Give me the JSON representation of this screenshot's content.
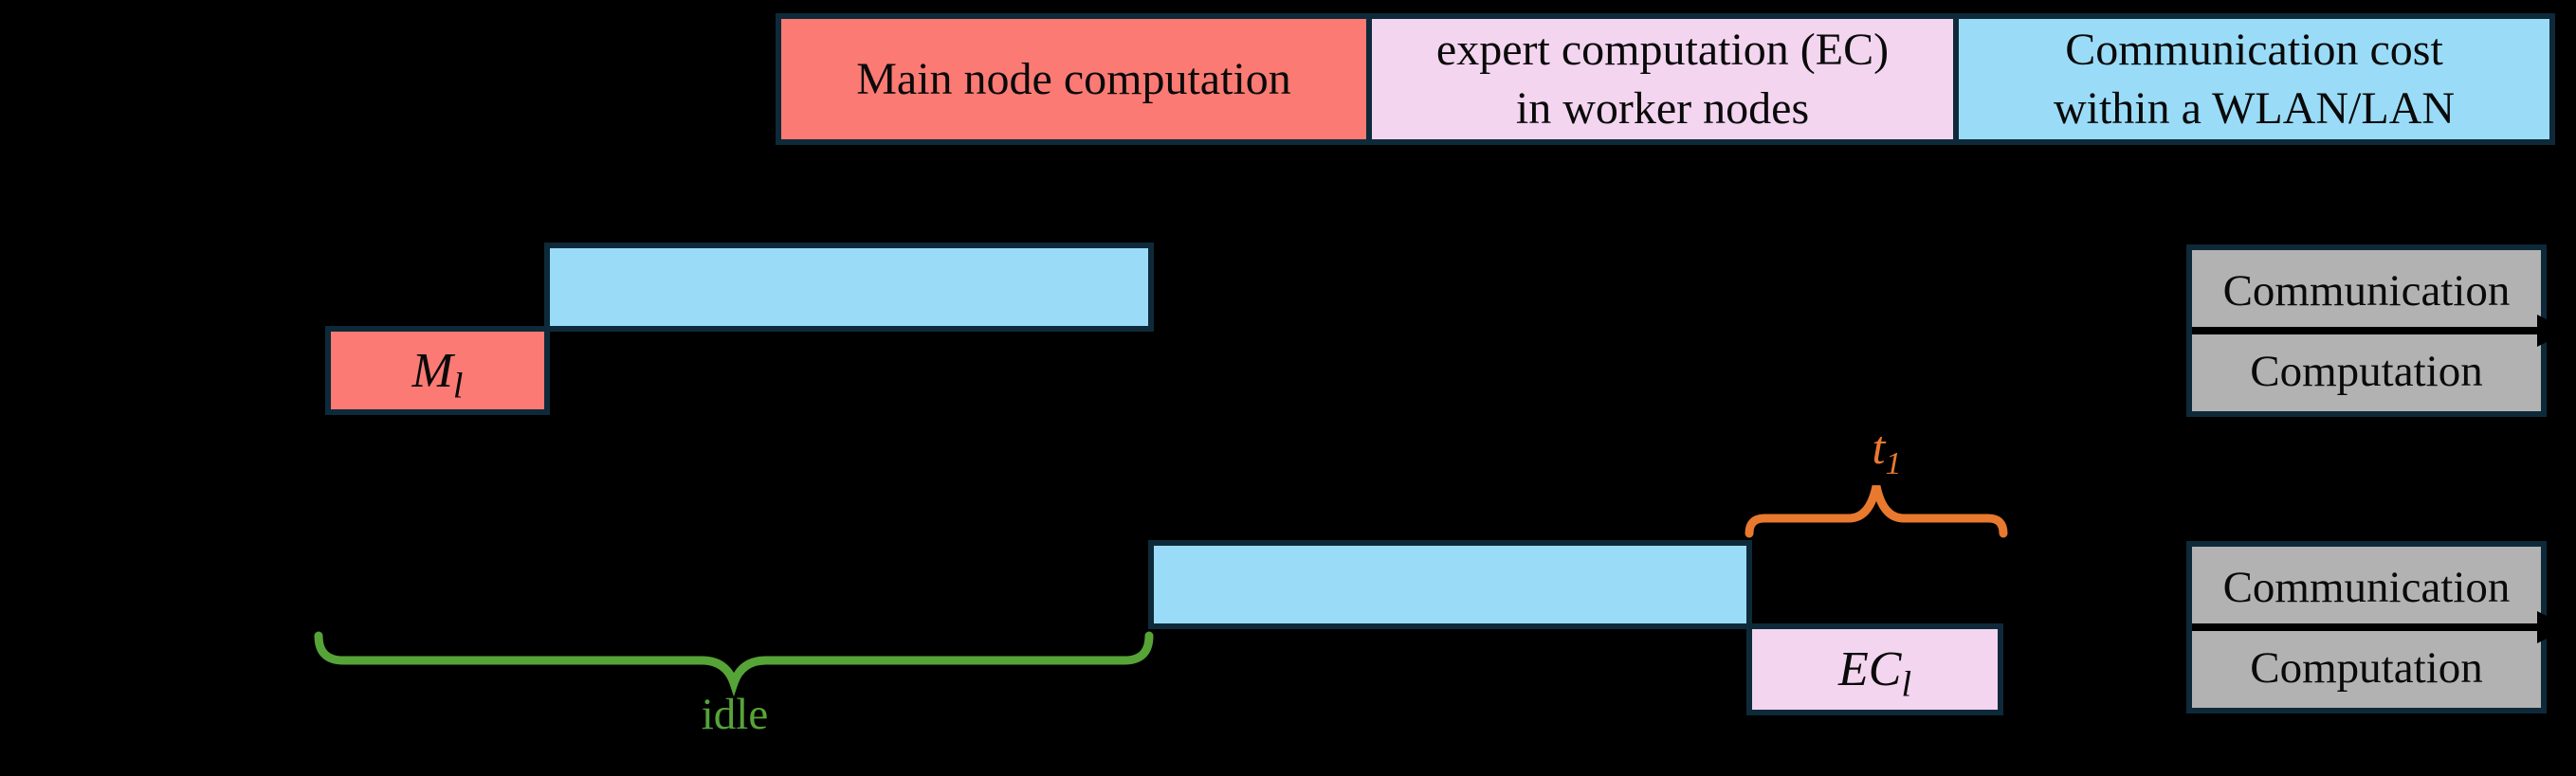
{
  "colors": {
    "background": "#000000",
    "border_navy": "#0e2a3a",
    "main_node_red": "#fb7a74",
    "expert_pink": "#f3d5f0",
    "communication_blue": "#9adcf8",
    "panel_gray": "#b3b2b3",
    "idle_green": "#56a437",
    "t1_orange": "#e8792f",
    "arrow_black": "#000000"
  },
  "legend": {
    "items": [
      {
        "id": "main-node-computation",
        "line1": "Main node computation"
      },
      {
        "id": "expert-computation",
        "line1": "expert computation (EC)",
        "line2": "in worker nodes"
      },
      {
        "id": "communication-cost",
        "line1": "Communication cost",
        "line2": "within a WLAN/LAN"
      }
    ]
  },
  "timeline": {
    "main_node_row": {
      "computation_block": {
        "base": "M",
        "subscript": "l"
      }
    },
    "worker_row": {
      "expert_block": {
        "base": "EC",
        "subscript": "l"
      }
    }
  },
  "annotations": {
    "t1": {
      "base": "t",
      "subscript": "1"
    },
    "idle": {
      "label": "idle"
    }
  },
  "axis_panels": [
    {
      "top_label": "Communication",
      "bottom_label": "Computation"
    },
    {
      "top_label": "Communication",
      "bottom_label": "Computation"
    }
  ]
}
